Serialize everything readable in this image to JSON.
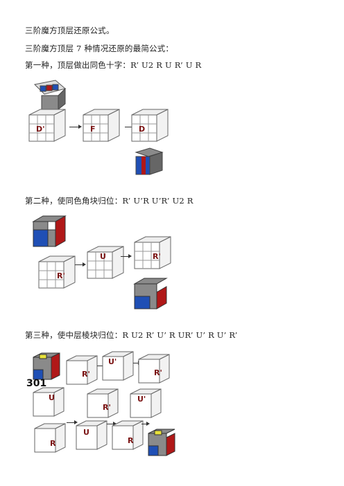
{
  "intro": "三阶魔方顶层还原公式。",
  "subtitle": "三阶魔方顶层 7 种情况还原的最简公式：",
  "sections": [
    {
      "label": "第一种，顶层做出同色十字：R’ U2 R U R’ U R",
      "moves": [
        "D'",
        "F",
        "D"
      ]
    },
    {
      "label": "第二种，使同色角块归位：R’ U’R U’R’ U2 R",
      "moves": [
        "R'",
        "U",
        "R'"
      ]
    },
    {
      "label": "第三种，使中层棱块归位：R U2 R’ U’ R UR’ U’ R U’ R’",
      "number": "301",
      "moves": [
        "R'",
        "U'",
        "R'",
        "U",
        "R'",
        "U'",
        "R",
        "U",
        "R"
      ]
    }
  ],
  "colors": {
    "grey": "#8a8a8a",
    "red": "#b01818",
    "blue": "#1f4fb5",
    "white": "#ffffff",
    "yellow": "#e8e23a",
    "label": "#7a1212"
  }
}
